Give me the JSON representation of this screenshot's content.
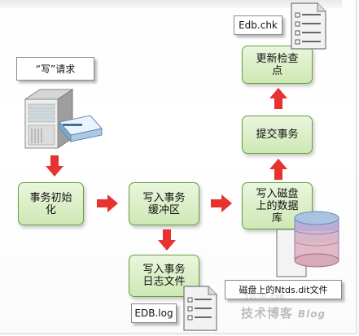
{
  "diagram": {
    "write_request": "“写”请求",
    "nodes": {
      "init": "事务初始\n化",
      "buffer": "写入事务\n缓冲区",
      "log": "写入事务\n日志文件",
      "disk": "写入磁盘\n上的数据\n库",
      "commit": "提交事务",
      "checkpoint": "更新检查\n点"
    },
    "files": {
      "chk": "Edb.chk",
      "log": "EDB.log",
      "ntds": "磁盘上的Ntds.dit文件"
    }
  },
  "watermark": {
    "url": "51CTO.com",
    "main": "技术博客",
    "blog": "Blog"
  }
}
